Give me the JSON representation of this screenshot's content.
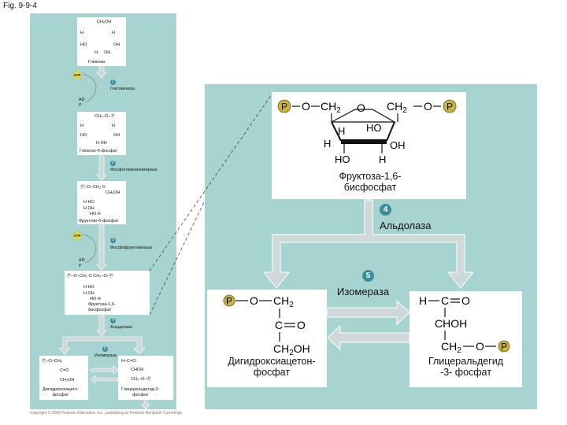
{
  "figure_label": "Fig. 9-9-4",
  "left": {
    "glucose_label": "Глюкоза",
    "atp_label": "ATP",
    "adp_label": "AD\nP",
    "step1_number": "1",
    "step1_enzyme": "Гексокиназа",
    "g6p_label": "Глюкозо-6-фосфат",
    "step2_number": "2",
    "step2_enzyme": "Фосфоглюкоизомераза",
    "f6p_label": "Фруктозо-6-фосфат",
    "step3_number": "3",
    "step3_enzyme": "Фосфофруктокиназа",
    "f16bp_label": "Фруктоза-1,6-\nбисфосфат",
    "step4_number": "4",
    "step4_enzyme": "Альдолаза",
    "step5_number": "5",
    "step5_enzyme": "Изомераза",
    "dhap_label": "Дигидроксиацето-\nфосфат",
    "g3p_label": "Глицеральдегид-3-\nфосфат"
  },
  "right": {
    "f16bp_label": "Фруктоза-1,6-\nбисфосфат",
    "step4_number": "4",
    "step4_enzyme": "Альдолаза",
    "step5_number": "5",
    "step5_enzyme": "Изомераза",
    "dhap_label": "Дигидроксиацетон-\nфосфат",
    "g3p_label": "Глицеральдегид\n-3- фосфат"
  },
  "chem": {
    "P": "P",
    "O": "O",
    "CH2": "CH",
    "two": "2",
    "H": "H",
    "HO": "HO",
    "OH": "OH",
    "C": "C",
    "CHOH": "CHOH",
    "CH2OH": "CH",
    "OH_suffix": "OH",
    "eq": "="
  },
  "copyright": "Copyright © 2008 Pearson Education, Inc., publishing as Pearson Benjamin Cummings.",
  "colors": {
    "panel": "#a7d3d1",
    "badge": "#3c8c9c",
    "phosphate": "#c9b24a",
    "atp": "#f2e33a",
    "arrow": "#cfd8d8"
  }
}
